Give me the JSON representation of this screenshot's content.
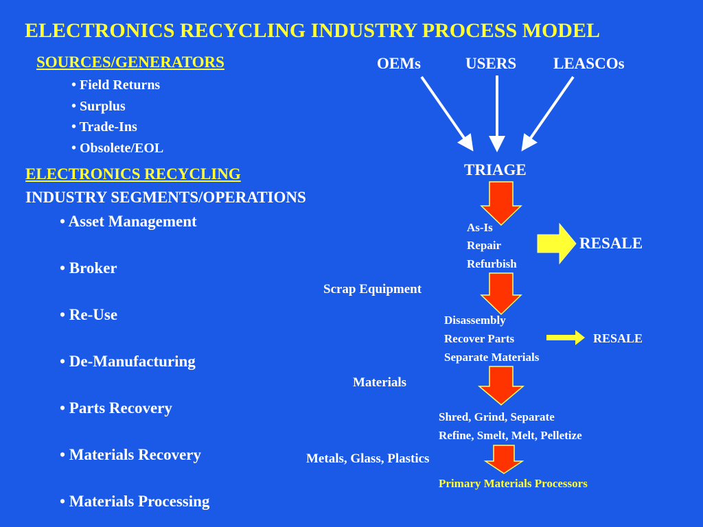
{
  "title": "ELECTRONICS RECYCLING INDUSTRY PROCESS MODEL",
  "sources": {
    "heading": "SOURCES/GENERATORS",
    "items": [
      "• Field Returns",
      "• Surplus",
      "• Trade-Ins",
      "• Obsolete/EOL"
    ]
  },
  "segments": {
    "heading": "ELECTRONICS RECYCLING",
    "subheading": "INDUSTRY SEGMENTS/OPERATIONS",
    "items": [
      "• Asset Management",
      "• Broker",
      "• Re-Use",
      "• De-Manufacturing",
      "• Parts Recovery",
      "• Materials Recovery",
      "• Materials Processing"
    ]
  },
  "flow": {
    "origins": [
      "OEMs",
      "USERS",
      "LEASCOs"
    ],
    "triage": "TRIAGE",
    "stage1": [
      "As-Is",
      "Repair",
      "Refurbish"
    ],
    "resale_1": "RESALE",
    "scrap": "Scrap Equipment",
    "stage2": [
      "Disassembly",
      "Recover Parts",
      "Separate Materials"
    ],
    "resale_2": "RESALE",
    "materials": "Materials",
    "stage3": [
      "Shred, Grind, Separate",
      "Refine, Smelt, Melt, Pelletize"
    ],
    "outputs": "Metals, Glass, Plastics",
    "final": "Primary Materials Processors"
  },
  "colors": {
    "background": "#1a5ae6",
    "title": "#ffff33",
    "text": "#ffffff",
    "down_arrow": "#ff3300",
    "resale_arrow": "#ffff33"
  }
}
